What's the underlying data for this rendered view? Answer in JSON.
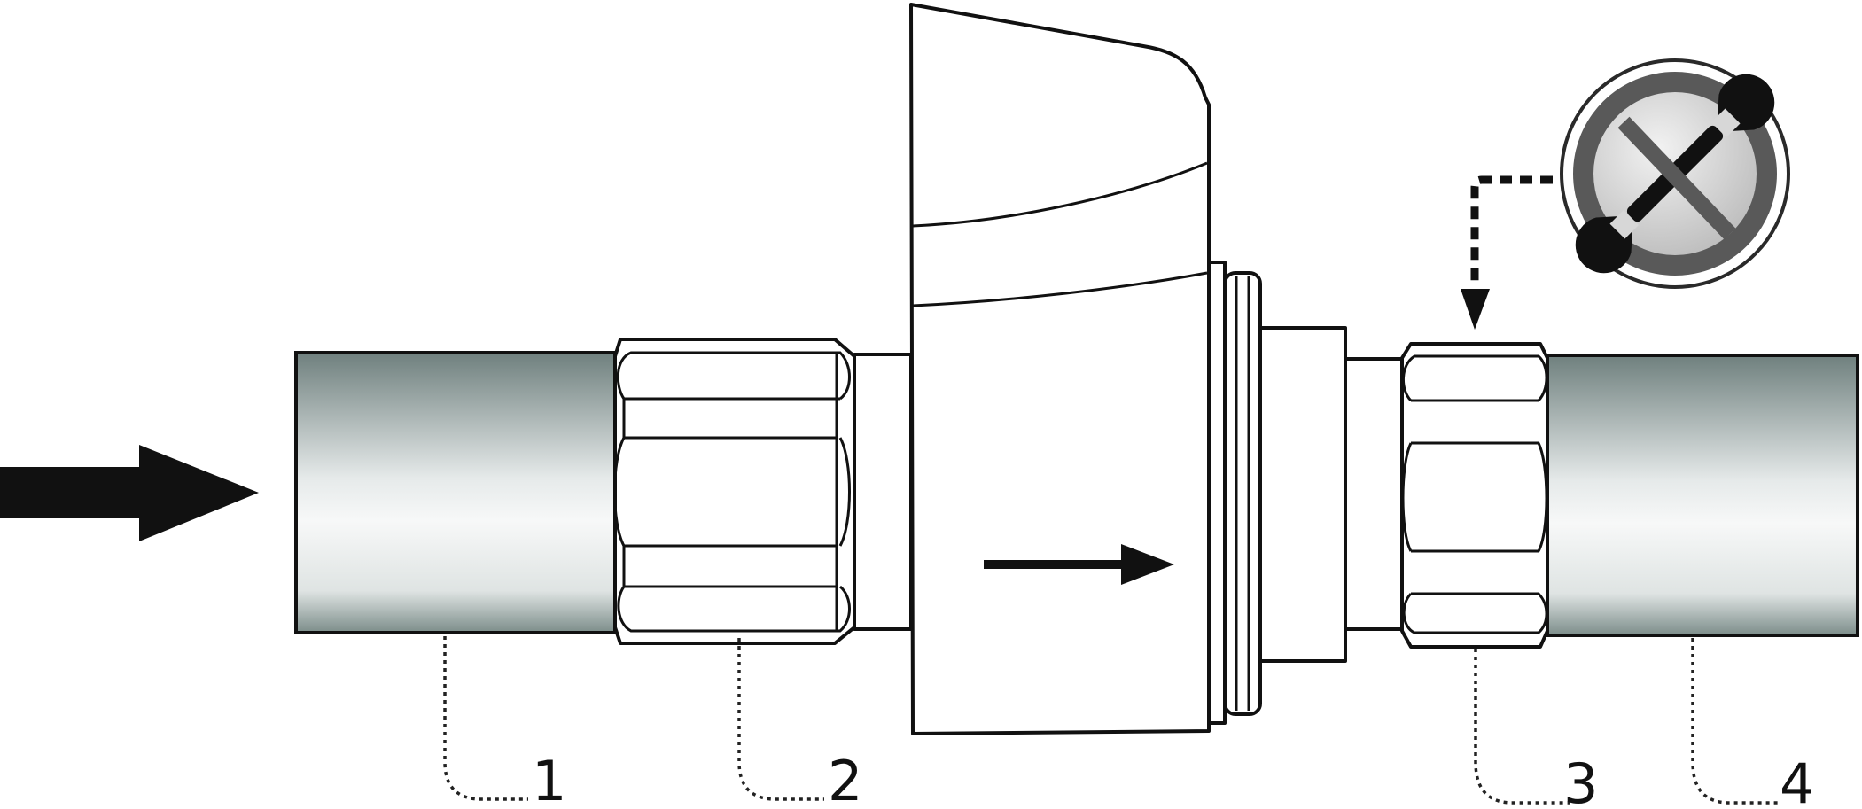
{
  "labels": [
    "1",
    "2",
    "3",
    "4"
  ],
  "colors": {
    "line": "#111111",
    "pipe_dark": "#6f807e",
    "pipe_light": "#f5f6f6",
    "badge_ring": "#4a4a4a",
    "badge_fill": "#d7d7d7"
  },
  "icons": {
    "flow_arrow": "flow-direction-arrow",
    "valve_arrow": "valve-direction-arrow",
    "no_tools": "no-wrench-icon"
  }
}
